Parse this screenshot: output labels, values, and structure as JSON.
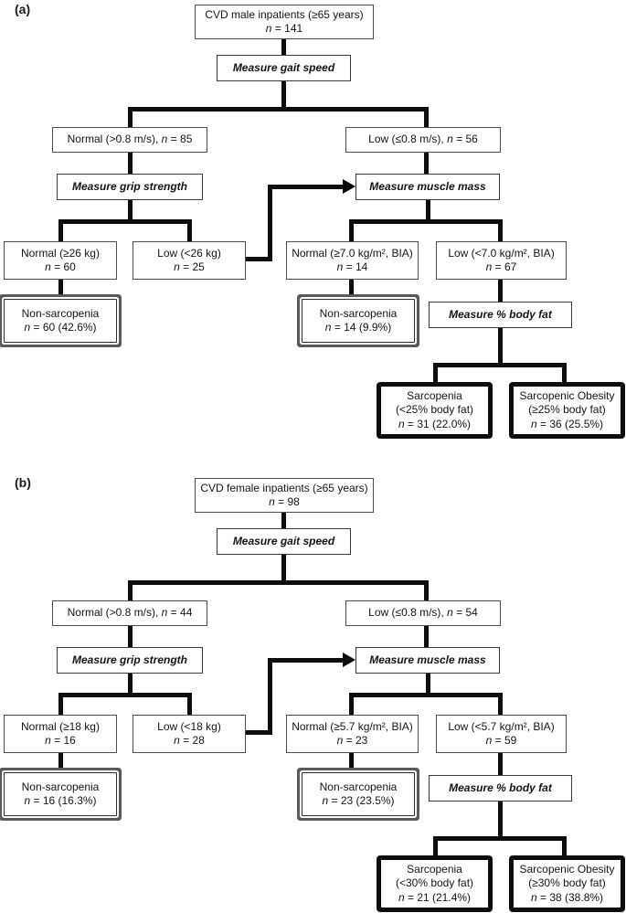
{
  "panels": [
    {
      "label": "(a)",
      "root": [
        "CVD male inpatients (≥65 years)",
        "n = 141"
      ],
      "measure_gait": "Measure gait speed",
      "gait_normal": "Normal (>0.8 m/s), n = 85",
      "gait_low": "Low (≤0.8 m/s), n = 56",
      "measure_grip": "Measure grip strength",
      "measure_muscle": "Measure muscle mass",
      "grip_normal": [
        "Normal (≥26 kg)",
        "n = 60"
      ],
      "grip_low": [
        "Low (<26 kg)",
        "n = 25"
      ],
      "muscle_normal": [
        "Normal (≥7.0 kg/m², BIA)",
        "n = 14"
      ],
      "muscle_low": [
        "Low (<7.0 kg/m², BIA)",
        "n = 67"
      ],
      "nonsarc_grip": [
        "Non-sarcopenia",
        "n = 60 (42.6%)"
      ],
      "nonsarc_muscle": [
        "Non-sarcopenia",
        "n = 14 (9.9%)"
      ],
      "measure_bodyfat": "Measure % body fat",
      "sarcopenia": [
        "Sarcopenia",
        "(<25% body fat)",
        "n = 31 (22.0%)"
      ],
      "sarcopenic_obesity": [
        "Sarcopenic Obesity",
        "(≥25% body fat)",
        "n = 36 (25.5%)"
      ]
    },
    {
      "label": "(b)",
      "root": [
        "CVD female inpatients (≥65 years)",
        "n = 98"
      ],
      "measure_gait": "Measure gait speed",
      "gait_normal": "Normal (>0.8 m/s), n = 44",
      "gait_low": "Low (≤0.8 m/s), n = 54",
      "measure_grip": "Measure grip strength",
      "measure_muscle": "Measure muscle mass",
      "grip_normal": [
        "Normal (≥18 kg)",
        "n = 16"
      ],
      "grip_low": [
        "Low (<18 kg)",
        "n = 28"
      ],
      "muscle_normal": [
        "Normal (≥5.7 kg/m², BIA)",
        "n = 23"
      ],
      "muscle_low": [
        "Low (<5.7 kg/m², BIA)",
        "n = 59"
      ],
      "nonsarc_grip": [
        "Non-sarcopenia",
        "n = 16 (16.3%)"
      ],
      "nonsarc_muscle": [
        "Non-sarcopenia",
        "n = 23 (23.5%)"
      ],
      "measure_bodyfat": "Measure % body fat",
      "sarcopenia": [
        "Sarcopenia",
        "(<30% body fat)",
        "n = 21 (21.4%)"
      ],
      "sarcopenic_obesity": [
        "Sarcopenic Obesity",
        "(≥30% body fat)",
        "n = 38 (38.8%)"
      ]
    }
  ],
  "colors": {
    "line": "#0d0d0d",
    "thin_border": "#4d4d4d",
    "outcome_border": "#0d0d0d",
    "text": "#141414",
    "background": "#ffffff"
  }
}
